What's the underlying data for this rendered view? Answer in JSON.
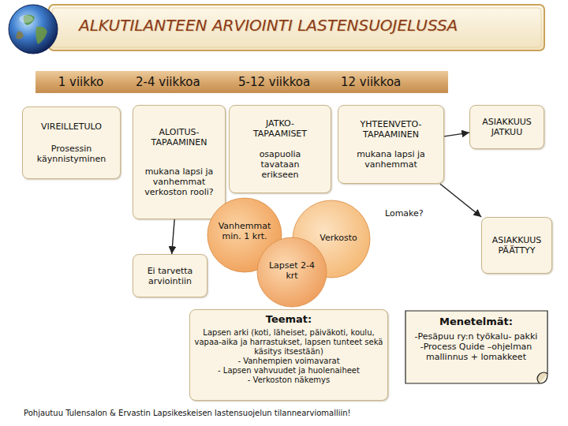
{
  "diagram": {
    "title": "ALKUTILANTEEN ARVIOINTI LASTENSUOJELUSSA",
    "caption": "Pohjautuu Tulensalon & Ervastin Lapsikeskeisen lastensuojelun tilannearviomalliin!",
    "nodes": [
      {
        "text": [
          "1 viikko"
        ]
      },
      {
        "text": [
          "2-4 viikkoa"
        ]
      },
      {
        "text": [
          "5-12 viikkoa"
        ]
      },
      {
        "text": [
          "12 viikkoa"
        ]
      },
      {
        "text": [
          "VIREILLETULO",
          "Prosessin käynnistyminen"
        ]
      },
      {
        "text": [
          "ALOITUS- TAPAAMINEN",
          "mukana lapsi ja vanhemmat verkoston rooli?"
        ]
      },
      {
        "text": [
          "JATKO- TAPAAMISET",
          "osapuolia tavataan erikseen"
        ]
      },
      {
        "text": [
          "YHTEENVETO- TAPAAMINEN",
          "mukana lapsi ja vanhemmat"
        ]
      },
      {
        "text": [
          "ASIAKKUUS JATKUU"
        ]
      },
      {
        "text": [
          "Vanhemmat min. 1 krt."
        ]
      },
      {
        "text": [
          "Verkosto"
        ]
      },
      {
        "text": [
          "ASIAKKUUS PÄÄTTYY"
        ]
      },
      {
        "text": [
          "Ei tarvetta arviointiin"
        ]
      },
      {
        "text": [
          "Lapset 2-4 krt"
        ]
      },
      {
        "text": [
          "Teemat:",
          "Lapsen arki (koti, läheiset, päiväkoti, koulu, vapaa-aika ja harrastukset, lapsen tunteet sekä käsitys itsestään)",
          "- Vanhempien voimavarat",
          "- Lapsen vahvuudet ja huolenaiheet",
          "- Verkoston näkemys"
        ]
      },
      {
        "text": [
          "Menetelmät:",
          "-Pesäpuu ry:n työkalu- pakki",
          "-Process Quide –ohjelman mallinnus + lomakkeet"
        ]
      }
    ],
    "edges": [
      {
        "from": 5,
        "to": 12,
        "arrow": "to"
      },
      {
        "from": 7,
        "to": 8,
        "arrow": "to"
      },
      {
        "from": 7,
        "to": 11,
        "arrow": "to",
        "label": "Lomake?"
      }
    ]
  }
}
